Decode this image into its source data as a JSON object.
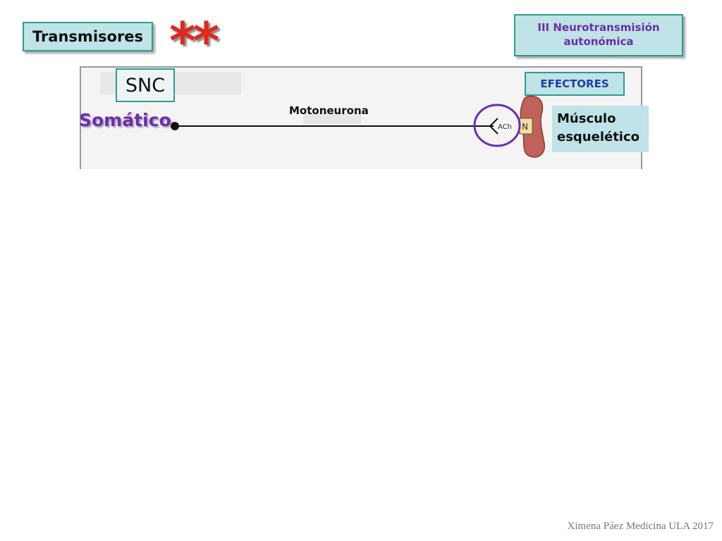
{
  "header": {
    "title": "Transmisores",
    "stars": "**",
    "section_line1": "III Neurotransmisión",
    "section_line2": "autonómica"
  },
  "diagram": {
    "cns_label": "SNC",
    "effectors_label": "EFECTORES",
    "division_label": "Somático",
    "neuron_label": "Motoneurona",
    "transmitter": "ACh",
    "receptor": "N",
    "effector_line1": "Músculo",
    "effector_line2": "esquelético",
    "colors": {
      "teal_border": "#2e9c8f",
      "teal_fill": "#bfe3e6",
      "purple": "#6f2db3",
      "muscle": "#c0625a",
      "receptor": "#f2dfa0"
    }
  },
  "footer": {
    "credit": "Ximena Páez Medicina ULA 2017"
  }
}
